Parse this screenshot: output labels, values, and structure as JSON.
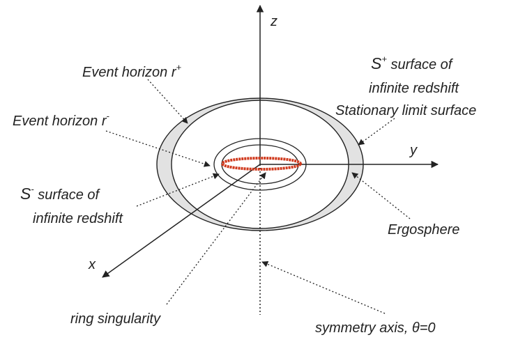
{
  "axes": {
    "z": "z",
    "y": "y",
    "x": "x"
  },
  "labels": {
    "event_horizon_plus": "Event horizon r",
    "event_horizon_plus_sup": "+",
    "event_horizon_minus": "Event horizon r",
    "event_horizon_minus_sup": "-",
    "s_plus_prefix": "S",
    "s_plus_sup": "+",
    "s_plus_line1": " surface of",
    "s_plus_line2": "infinite redshift",
    "stationary_limit": "Stationary limit surface",
    "s_minus_prefix": "S",
    "s_minus_sup": "-",
    "s_minus_line1": " surface of",
    "s_minus_line2": "infinite redshift",
    "ergosphere": "Ergosphere",
    "ring_singularity": "ring singularity",
    "symmetry_axis": "symmetry axis, θ=0"
  },
  "colors": {
    "ergosphere_fill": "#e2e2e2",
    "ring_singularity": "#d03a1e",
    "line": "#222222"
  }
}
